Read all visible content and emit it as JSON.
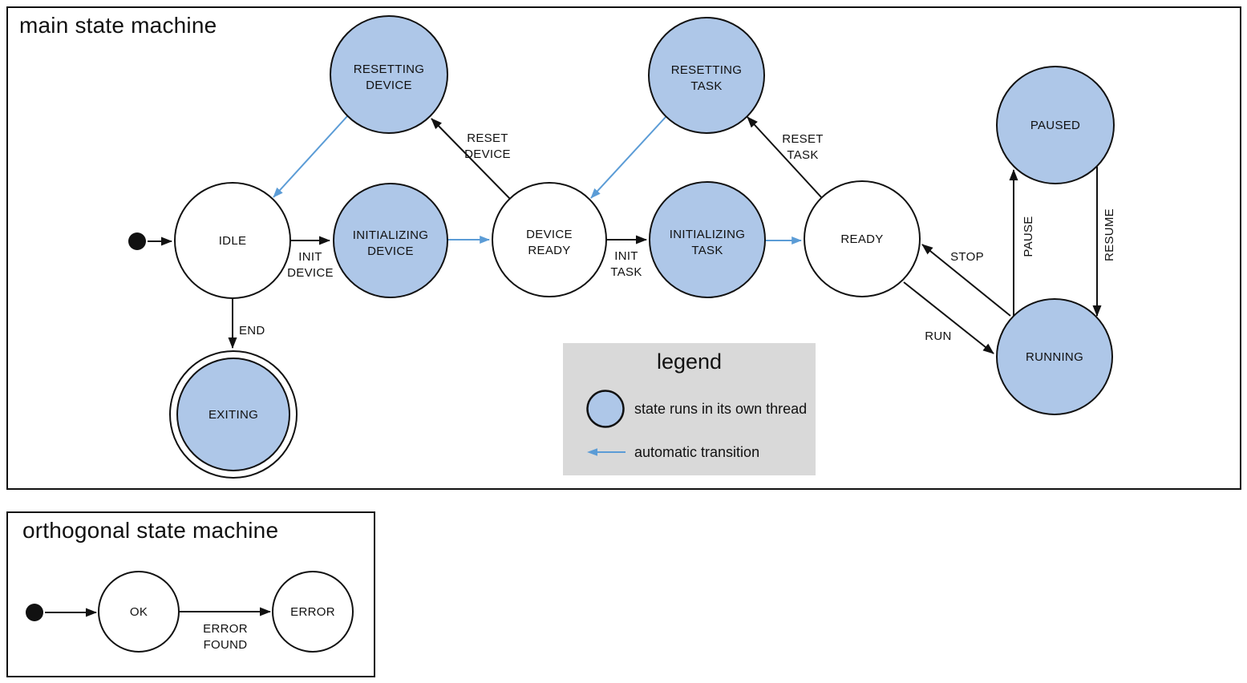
{
  "main_machine": {
    "title": "main state machine",
    "states": [
      {
        "id": "start",
        "kind": "initial",
        "label_lines": []
      },
      {
        "id": "idle",
        "kind": "simple",
        "label_lines": [
          "IDLE"
        ]
      },
      {
        "id": "resetting_device",
        "kind": "threaded",
        "label_lines": [
          "RESETTING",
          "DEVICE"
        ]
      },
      {
        "id": "initializing_device",
        "kind": "threaded",
        "label_lines": [
          "INITIALIZING",
          "DEVICE"
        ]
      },
      {
        "id": "device_ready",
        "kind": "simple",
        "label_lines": [
          "DEVICE",
          "READY"
        ]
      },
      {
        "id": "resetting_task",
        "kind": "threaded",
        "label_lines": [
          "RESETTING",
          "TASK"
        ]
      },
      {
        "id": "initializing_task",
        "kind": "threaded",
        "label_lines": [
          "INITIALIZING",
          "TASK"
        ]
      },
      {
        "id": "ready",
        "kind": "simple",
        "label_lines": [
          "READY"
        ]
      },
      {
        "id": "paused",
        "kind": "threaded",
        "label_lines": [
          "PAUSED"
        ]
      },
      {
        "id": "running",
        "kind": "threaded",
        "label_lines": [
          "RUNNING"
        ]
      },
      {
        "id": "exiting",
        "kind": "threaded_final",
        "label_lines": [
          "EXITING"
        ]
      }
    ],
    "transitions": [
      {
        "id": "start_idle",
        "from": "start",
        "to": "idle",
        "kind": "manual",
        "label_lines": []
      },
      {
        "id": "idle_initdev",
        "from": "idle",
        "to": "initializing_device",
        "kind": "manual",
        "label_lines": [
          "INIT",
          "DEVICE"
        ]
      },
      {
        "id": "initdev_devready",
        "from": "initializing_device",
        "to": "device_ready",
        "kind": "automatic",
        "label_lines": []
      },
      {
        "id": "devready_resetdev",
        "from": "device_ready",
        "to": "resetting_device",
        "kind": "manual",
        "label_lines": [
          "RESET",
          "DEVICE"
        ]
      },
      {
        "id": "resetdev_idle",
        "from": "resetting_device",
        "to": "idle",
        "kind": "automatic",
        "label_lines": []
      },
      {
        "id": "devready_inittask",
        "from": "device_ready",
        "to": "initializing_task",
        "kind": "manual",
        "label_lines": [
          "INIT",
          "TASK"
        ]
      },
      {
        "id": "inittask_ready",
        "from": "initializing_task",
        "to": "ready",
        "kind": "automatic",
        "label_lines": []
      },
      {
        "id": "ready_resettask",
        "from": "ready",
        "to": "resetting_task",
        "kind": "manual",
        "label_lines": [
          "RESET",
          "TASK"
        ]
      },
      {
        "id": "resettask_devready",
        "from": "resetting_task",
        "to": "device_ready",
        "kind": "automatic",
        "label_lines": []
      },
      {
        "id": "ready_running",
        "from": "ready",
        "to": "running",
        "kind": "manual",
        "label_lines": [
          "RUN"
        ]
      },
      {
        "id": "running_ready",
        "from": "running",
        "to": "ready",
        "kind": "manual",
        "label_lines": [
          "STOP"
        ]
      },
      {
        "id": "running_paused",
        "from": "running",
        "to": "paused",
        "kind": "manual",
        "label_lines": [
          "PAUSE"
        ]
      },
      {
        "id": "paused_running",
        "from": "paused",
        "to": "running",
        "kind": "manual",
        "label_lines": [
          "RESUME"
        ]
      },
      {
        "id": "idle_exiting",
        "from": "idle",
        "to": "exiting",
        "kind": "manual",
        "label_lines": [
          "END"
        ]
      }
    ]
  },
  "orthogonal_machine": {
    "title": "orthogonal state machine",
    "states": [
      {
        "id": "ortho_start",
        "kind": "initial",
        "label_lines": []
      },
      {
        "id": "ok",
        "kind": "simple",
        "label_lines": [
          "OK"
        ]
      },
      {
        "id": "error",
        "kind": "simple",
        "label_lines": [
          "ERROR"
        ]
      }
    ],
    "transitions": [
      {
        "id": "orthostart_ok",
        "from": "ortho_start",
        "to": "ok",
        "kind": "manual",
        "label_lines": []
      },
      {
        "id": "ok_error",
        "from": "ok",
        "to": "error",
        "kind": "manual",
        "label_lines": [
          "ERROR",
          "FOUND"
        ]
      }
    ]
  },
  "legend": {
    "title": "legend",
    "items": [
      {
        "symbol": "threaded-state-swatch",
        "label": "state runs in its own thread"
      },
      {
        "symbol": "automatic-transition-arrow",
        "label": "automatic transition"
      }
    ]
  },
  "colors": {
    "threaded_state_fill": "#aec7e8",
    "simple_state_fill": "#ffffff",
    "state_stroke": "#111111",
    "manual_transition": "#111111",
    "automatic_transition": "#5b9cd6",
    "legend_background": "#d9d9d9",
    "text": "#111111"
  }
}
